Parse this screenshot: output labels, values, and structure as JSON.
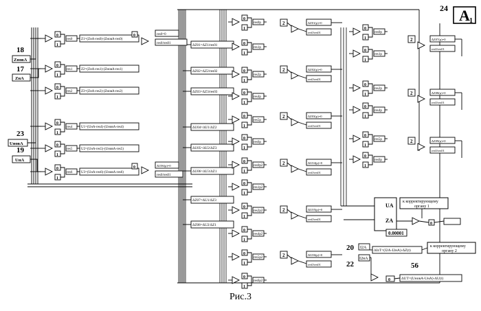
{
  "figure": {
    "caption": "Рис.3",
    "corner_block": {
      "number": "24",
      "label": "A",
      "subscript": "1"
    }
  },
  "inputs": [
    {
      "number": "18",
      "label": "ZновА"
    },
    {
      "number": "17",
      "label": "ZнА"
    },
    {
      "number": "23",
      "label": "UновА"
    },
    {
      "number": "19",
      "label": "UнА"
    }
  ],
  "formulas_left": [
    "Z1=(ZнА-res0)-(ZновА-res0)",
    "Z2=(ZнА-res1)-(ZновА-res1)",
    "Z3=(ZнА-res2)-(ZновА-res2)",
    "U1=(UнА-res4)-(UновА-res4)",
    "U2=(UнА-res5)-(UновА-res5)",
    "U3=(UнА-res6)-(UновА-res6)"
  ],
  "formulas_mid": [
    "ΔZ01=ΔZ1/res01",
    "ΔZ02=ΔZ2/res02",
    "ΔZ03=ΔZ3/res03",
    "ΔU04=ΔU1/ΔZ2",
    "ΔU05=ΔU2/ΔZ3",
    "ΔU06=ΔU3/ΔZ1",
    "ΔZ07=ΔU1/ΔZ3",
    "ΔZ08=ΔU2/ΔZ1"
  ],
  "res_labels": [
    "res0",
    "res1",
    "res2",
    "res4",
    "res5",
    "res6",
    "res0=0",
    "res0/res01"
  ],
  "mid_outputs": [
    "ΔZ01(p)=0",
    "ΔZ02(p)=0",
    "ΔZ03(p)=0",
    "ΔU04(p)=0",
    "ΔU05(p)=0",
    "ΔU06(p)=0",
    "ΔZ07(p)=0"
  ],
  "right_outputs": [
    "ΔZ07(p)=0",
    "ΔZ08(p)=0",
    "ΔZ09(p)=0"
  ],
  "lower_block": {
    "ua_label": "UА",
    "za_label": "ZА",
    "threshold": "0.00001",
    "note1_line1": "к корректирующему",
    "note1_line2": "органу 1",
    "note2_line1": "к корректирующему",
    "note2_line2": "органу 2",
    "n20": "20",
    "n22": "22",
    "n56": "56",
    "i2a": "I2A",
    "i2na": "I2нА",
    "eq_i": "ΔIzТ=(I2A-I2нА)-ΔZ(t)",
    "eq_u": "ΔUТ=(UновА-UнА)-ΔU(t)"
  },
  "gate_labels": {
    "zero": "0",
    "one": "1",
    "mux_count": "2"
  }
}
